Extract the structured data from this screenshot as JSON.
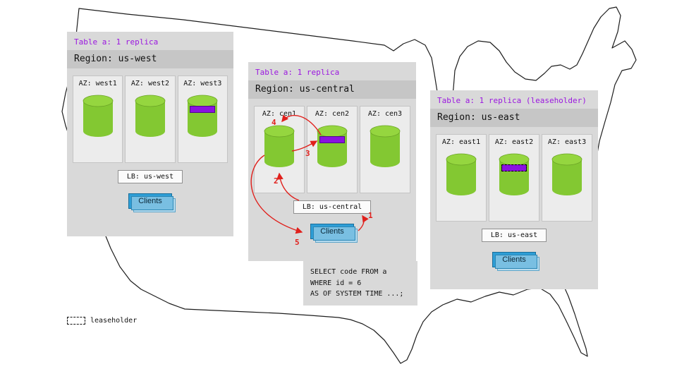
{
  "legend": {
    "label": "leaseholder"
  },
  "flow": {
    "steps": [
      "1",
      "2",
      "3",
      "4",
      "5"
    ]
  },
  "sql": {
    "lines": [
      "SELECT code FROM a",
      "WHERE id = 6",
      "AS OF SYSTEM TIME ...;"
    ]
  },
  "panels": [
    {
      "id": "us-west",
      "table_label": "Table a: 1 replica",
      "region_label": "Region: us-west",
      "lb_label": "LB: us-west",
      "clients_label": "Clients",
      "azs": [
        {
          "label": "AZ: west1",
          "replica": false,
          "leaseholder": false
        },
        {
          "label": "AZ: west2",
          "replica": false,
          "leaseholder": false
        },
        {
          "label": "AZ: west3",
          "replica": true,
          "leaseholder": false
        }
      ]
    },
    {
      "id": "us-central",
      "table_label": "Table a: 1 replica",
      "region_label": "Region: us-central",
      "lb_label": "LB: us-central",
      "clients_label": "Clients",
      "azs": [
        {
          "label": "AZ: cen1",
          "replica": false,
          "leaseholder": false
        },
        {
          "label": "AZ: cen2",
          "replica": true,
          "leaseholder": false
        },
        {
          "label": "AZ: cen3",
          "replica": false,
          "leaseholder": false
        }
      ]
    },
    {
      "id": "us-east",
      "table_label": "Table a: 1 replica (leaseholder)",
      "region_label": "Region: us-east",
      "lb_label": "LB: us-east",
      "clients_label": "Clients",
      "azs": [
        {
          "label": "AZ: east1",
          "replica": false,
          "leaseholder": false
        },
        {
          "label": "AZ: east2",
          "replica": true,
          "leaseholder": true
        },
        {
          "label": "AZ: east3",
          "replica": false,
          "leaseholder": false
        }
      ]
    }
  ],
  "colors": {
    "accent_purple": "#9b17e0",
    "replica_purple": "#8a12e0",
    "cylinder_green": "#83c832",
    "clients_blue": "#2e9ed6",
    "arrow_red": "#e0201c"
  }
}
